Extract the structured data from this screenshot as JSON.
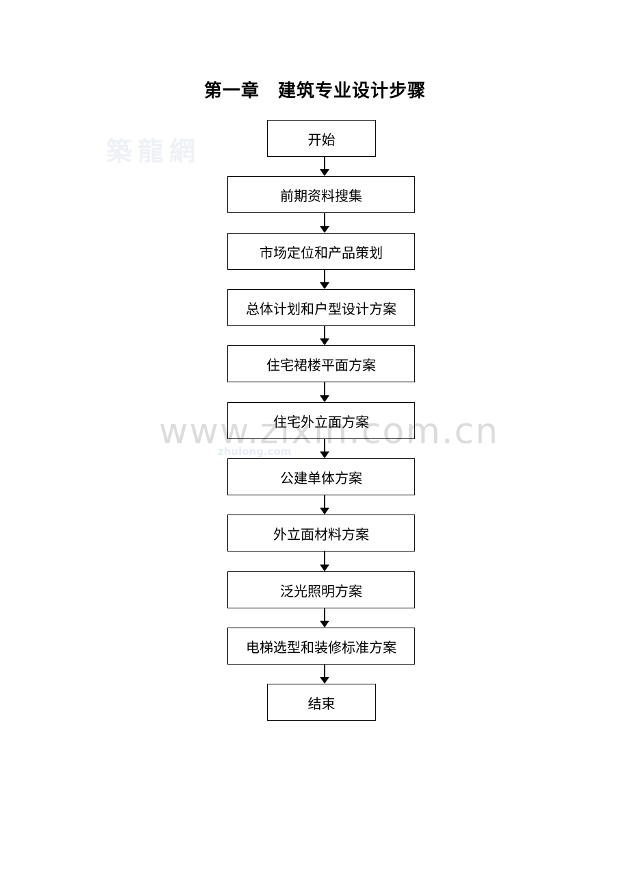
{
  "title": "第一章　建筑专业设计步骤",
  "watermarks": [
    "築龍網",
    "www.zixin.com.cn",
    "zhulong.com"
  ],
  "chart_data": {
    "type": "flowchart",
    "direction": "top-to-bottom",
    "nodes": [
      {
        "id": 0,
        "label": "开始",
        "kind": "terminal"
      },
      {
        "id": 1,
        "label": "前期资料搜集",
        "kind": "process"
      },
      {
        "id": 2,
        "label": "市场定位和产品策划",
        "kind": "process"
      },
      {
        "id": 3,
        "label": "总体计划和户型设计方案",
        "kind": "process"
      },
      {
        "id": 4,
        "label": "住宅裙楼平面方案",
        "kind": "process"
      },
      {
        "id": 5,
        "label": "住宅外立面方案",
        "kind": "process"
      },
      {
        "id": 6,
        "label": "公建单体方案",
        "kind": "process"
      },
      {
        "id": 7,
        "label": "外立面材料方案",
        "kind": "process"
      },
      {
        "id": 8,
        "label": "泛光照明方案",
        "kind": "process"
      },
      {
        "id": 9,
        "label": "电梯选型和装修标准方案",
        "kind": "process"
      },
      {
        "id": 10,
        "label": "结束",
        "kind": "terminal"
      }
    ],
    "edges": [
      [
        0,
        1
      ],
      [
        1,
        2
      ],
      [
        2,
        3
      ],
      [
        3,
        4
      ],
      [
        4,
        5
      ],
      [
        5,
        6
      ],
      [
        6,
        7
      ],
      [
        7,
        8
      ],
      [
        8,
        9
      ],
      [
        9,
        10
      ]
    ]
  },
  "steps": {
    "s0": "开始",
    "s1": "前期资料搜集",
    "s2": "市场定位和产品策划",
    "s3": "总体计划和户型设计方案",
    "s4": "住宅裙楼平面方案",
    "s5": "住宅外立面方案",
    "s6": "公建单体方案",
    "s7": "外立面材料方案",
    "s8": "泛光照明方案",
    "s9": "电梯选型和装修标准方案",
    "s10": "结束"
  }
}
